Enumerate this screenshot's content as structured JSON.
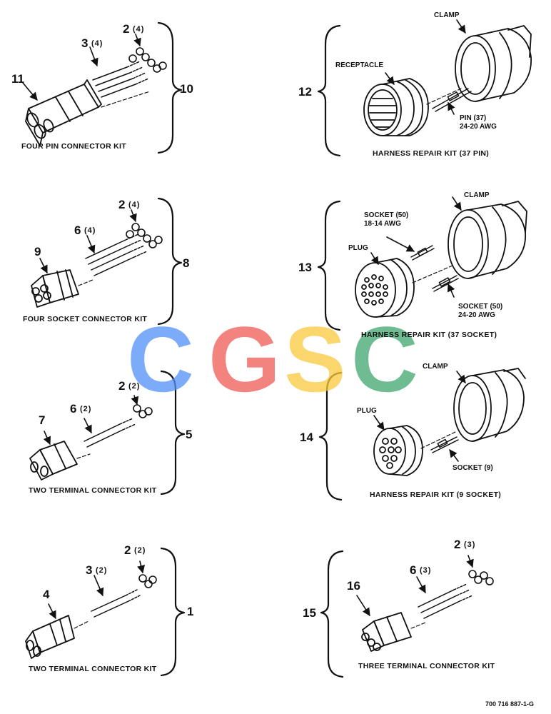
{
  "kits": [
    {
      "kit_no": "10",
      "caption": "FOUR PIN CONNECTOR KIT",
      "parts": [
        {
          "no": "11",
          "qty": ""
        },
        {
          "no": "3",
          "qty": "(4)"
        },
        {
          "no": "2",
          "qty": "(4)"
        }
      ]
    },
    {
      "kit_no": "12",
      "caption": "HARNESS REPAIR KIT (37 PIN)",
      "labels": {
        "clamp": "CLAMP",
        "receptacle": "RECEPTACLE",
        "pin": "PIN (37)\n24-20 AWG"
      }
    },
    {
      "kit_no": "8",
      "caption": "FOUR SOCKET CONNECTOR KIT",
      "parts": [
        {
          "no": "9",
          "qty": ""
        },
        {
          "no": "6",
          "qty": "(4)"
        },
        {
          "no": "2",
          "qty": "(4)"
        }
      ]
    },
    {
      "kit_no": "13",
      "caption": "HARNESS REPAIR KIT (37 SOCKET)",
      "labels": {
        "clamp": "CLAMP",
        "plug": "PLUG",
        "socket_a": "SOCKET (50)\n18-14 AWG",
        "socket_b": "SOCKET (50)\n24-20 AWG"
      }
    },
    {
      "kit_no": "5",
      "caption": "TWO TERMINAL CONNECTOR KIT",
      "parts": [
        {
          "no": "7",
          "qty": ""
        },
        {
          "no": "6",
          "qty": "(2)"
        },
        {
          "no": "2",
          "qty": "(2)"
        }
      ]
    },
    {
      "kit_no": "14",
      "caption": "HARNESS REPAIR KIT (9 SOCKET)",
      "labels": {
        "clamp": "CLAMP",
        "plug": "PLUG",
        "socket": "SOCKET (9)"
      }
    },
    {
      "kit_no": "1",
      "caption": "TWO TERMINAL CONNECTOR KIT",
      "parts": [
        {
          "no": "4",
          "qty": ""
        },
        {
          "no": "3",
          "qty": "(2)"
        },
        {
          "no": "2",
          "qty": "(2)"
        }
      ]
    },
    {
      "kit_no": "15",
      "caption": "THREE TERMINAL CONNECTOR KIT",
      "parts": [
        {
          "no": "16",
          "qty": ""
        },
        {
          "no": "6",
          "qty": "(3)"
        },
        {
          "no": "2",
          "qty": "(3)"
        }
      ]
    }
  ],
  "watermark": {
    "text": "CGSC",
    "colors": [
      "#4f8ff7",
      "#ee5a55",
      "#f9c93b",
      "#3fa66f"
    ]
  },
  "figure_id": "700 716 887-1-G"
}
